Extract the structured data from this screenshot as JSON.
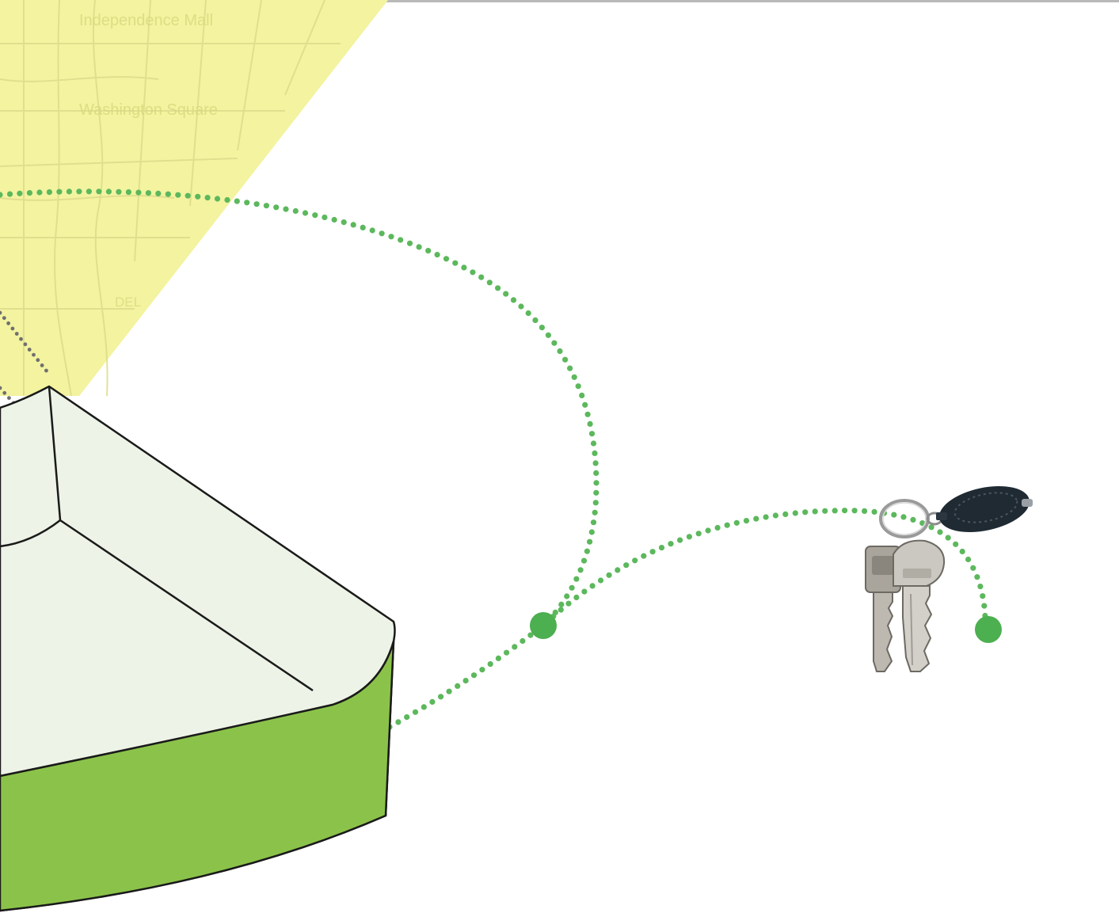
{
  "map": {
    "labels": [
      "Independence Mall",
      "Washington Square",
      "DEL"
    ]
  },
  "colors": {
    "beam": "#f3f3a0",
    "map_lines": "#d9d98a",
    "lens_top": "#edf3e6",
    "lens_side": "#8bc34a",
    "outline": "#222222",
    "dots": "#5cb85c",
    "node": "#4caf50",
    "keys_metal": "#c9c6bf",
    "keyfob": "#1f2a33"
  },
  "icons": {
    "lens": "sensor-lens-icon",
    "keys": "keys-icon",
    "fob": "keychain-light-icon"
  }
}
